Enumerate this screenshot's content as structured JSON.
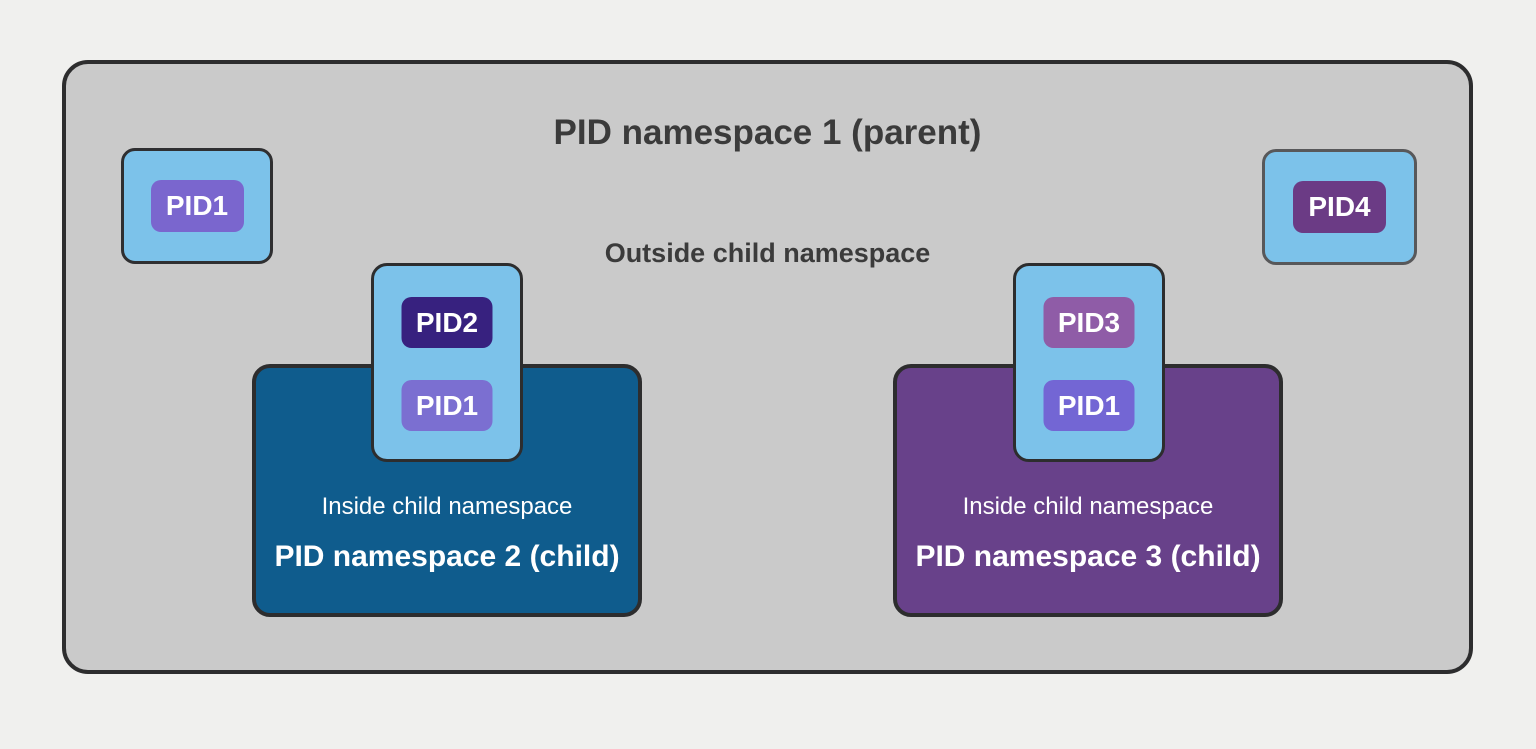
{
  "parent": {
    "title": "PID namespace 1 (parent)",
    "outside_label": "Outside child namespace",
    "processes": [
      {
        "pid": "PID1",
        "badge_color": "#7a66ce"
      },
      {
        "pid": "PID4",
        "badge_color": "#6b3b85"
      }
    ]
  },
  "children": [
    {
      "inside_label": "Inside child namespace",
      "title": "PID namespace 2 (child)",
      "box_color": "#0f5c8d",
      "bridge": [
        {
          "pid": "PID2",
          "badge_color": "#37217f"
        },
        {
          "pid": "PID1",
          "badge_color": "#7b6fd1"
        }
      ]
    },
    {
      "inside_label": "Inside child namespace",
      "title": "PID namespace 3 (child)",
      "box_color": "#68418a",
      "bridge": [
        {
          "pid": "PID3",
          "badge_color": "#8f5ca7"
        },
        {
          "pid": "PID1",
          "badge_color": "#7366d4"
        }
      ]
    }
  ],
  "colors": {
    "page_background": "#f0f0ee",
    "parent_background": "#cacaca",
    "outline": "#2d2d2e",
    "process_box": "#7cc2ea",
    "heading_text": "#3b3b3b",
    "light_text": "#ffffff"
  }
}
